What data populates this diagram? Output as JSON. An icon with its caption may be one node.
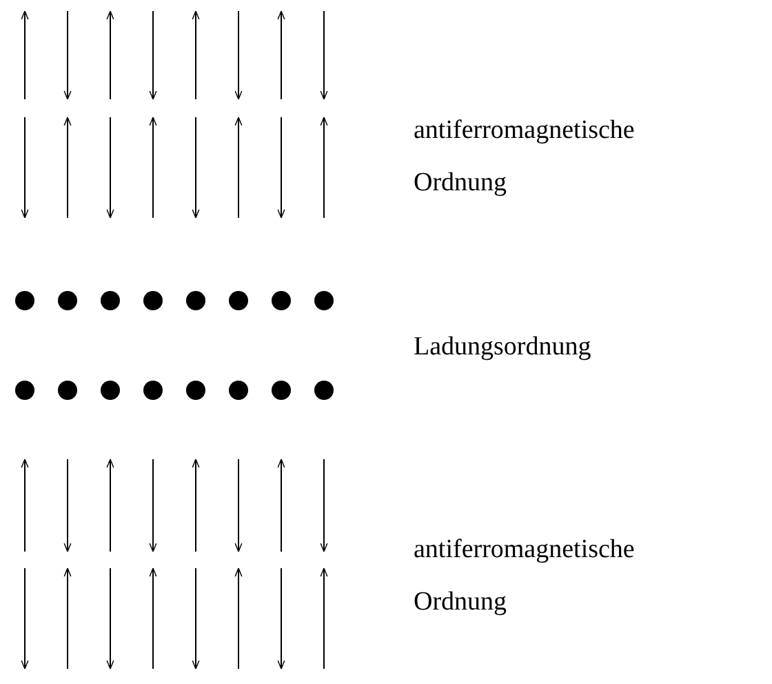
{
  "diagram": {
    "labels": [
      "antiferromagnetische Ordnung",
      "Ladungsordnung",
      "antiferromagnetische Ordnung"
    ]
  }
}
